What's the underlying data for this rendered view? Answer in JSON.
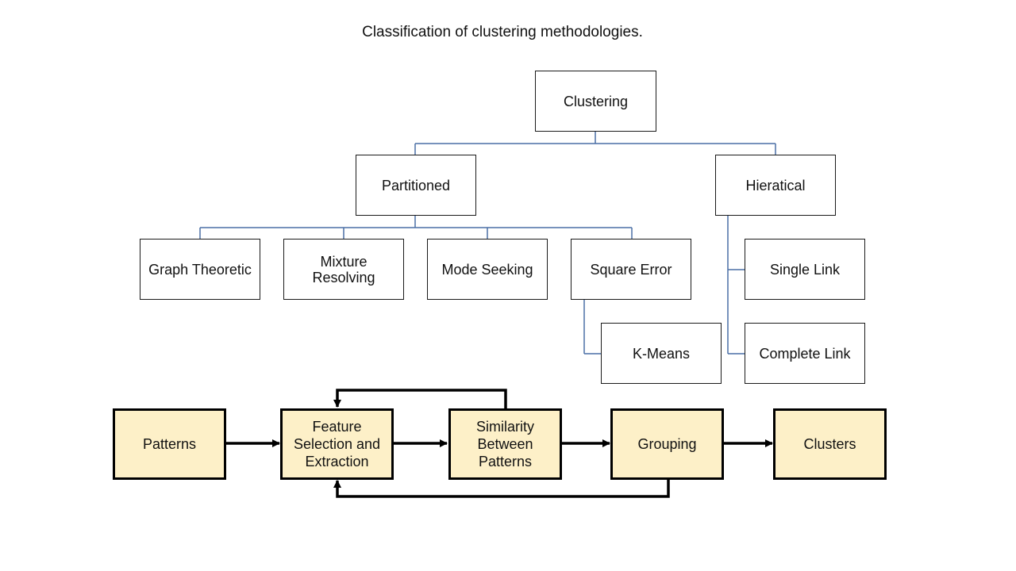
{
  "title": "Classification of clustering methodologies.",
  "colors": {
    "tree_line": "#4a6fa5",
    "flow_box_fill": "#fdf0c8",
    "flow_line": "#000000"
  },
  "tree": {
    "root": "Clustering",
    "partitioned": "Partitioned",
    "hierarchical": "Hieratical",
    "graph_theoretic": "Graph Theoretic",
    "mixture_resolving": "Mixture\nResolving",
    "mode_seeking": "Mode Seeking",
    "square_error": "Square Error",
    "k_means": "K-Means",
    "single_link": "Single Link",
    "complete_link": "Complete Link"
  },
  "flow": {
    "patterns": "Patterns",
    "feature_selection": "Feature\nSelection and\nExtraction",
    "similarity": "Similarity\nBetween\nPatterns",
    "grouping": "Grouping",
    "clusters": "Clusters"
  }
}
